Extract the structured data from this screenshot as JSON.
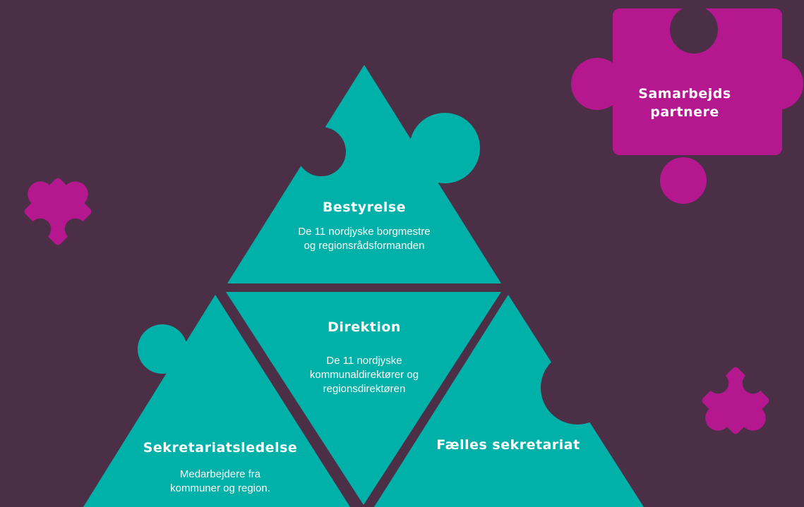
{
  "colors": {
    "background": "#4b2f47",
    "teal": "#00b1aa",
    "magenta": "#b5178f",
    "text": "#ffffff"
  },
  "pieces": {
    "top": {
      "title": "Bestyrelse",
      "lines": [
        "De 11 nordjyske borgmestre",
        "og regionsrådsformanden"
      ]
    },
    "middle": {
      "title": "Direktion",
      "lines": [
        "De 11 nordjyske",
        "kommunaldirektører og",
        "regionsdirektøren"
      ]
    },
    "left": {
      "title": "Sekretariatsledelse",
      "lines": [
        "Medarbejdere fra",
        "kommuner og region."
      ]
    },
    "right": {
      "title": "Fælles sekretariat"
    },
    "partner": {
      "lines": [
        "Samarbejds",
        "partnere"
      ]
    }
  },
  "icons": [
    "puzzle-piece-icon"
  ]
}
